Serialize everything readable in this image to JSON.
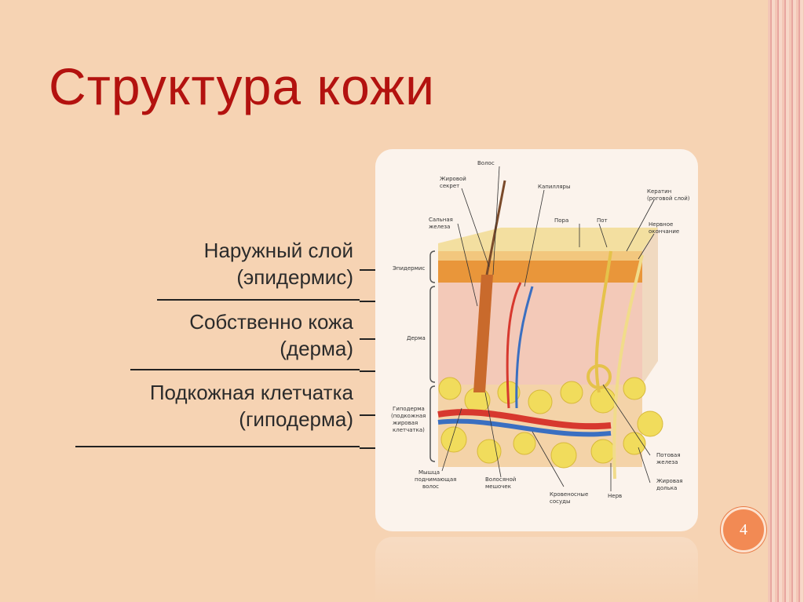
{
  "slide": {
    "title": "Структура кожи",
    "page_number": "4"
  },
  "layers": [
    {
      "line1": "Наружный слой",
      "line2": "(эпидермис)"
    },
    {
      "line1": "Собственно кожа",
      "line2": "(дерма)"
    },
    {
      "line1": "Подкожная клетчатка",
      "line2": "(гиподерма)"
    }
  ],
  "diagram": {
    "labels": {
      "hair": "Волос",
      "sebum": "Жировой",
      "sebum2": "секрет",
      "capillaries": "Капилляры",
      "keratin": "Кератин",
      "keratin2": "(роговой слой)",
      "pore": "Пора",
      "sweat": "Пот",
      "sebaceous": "Сальная",
      "sebaceous2": "железа",
      "nerve_end": "Нервное",
      "nerve_end2": "окончание",
      "epidermis": "Эпидермис",
      "dermis": "Дерма",
      "hypodermis": "Гиподерма",
      "hypodermis2": "(подкожная",
      "hypodermis3": "жировая",
      "hypodermis4": "клетчатка)",
      "sweat_gland": "Потовая",
      "sweat_gland2": "железа",
      "muscle": "Мышца",
      "muscle2": "поднимающая",
      "muscle3": "волос",
      "follicle": "Волосяной",
      "follicle2": "мешочек",
      "vessels": "Кровеносные",
      "vessels2": "сосуды",
      "nerve": "Нерв",
      "fat_lobule": "Жировая",
      "fat_lobule2": "долька"
    }
  }
}
